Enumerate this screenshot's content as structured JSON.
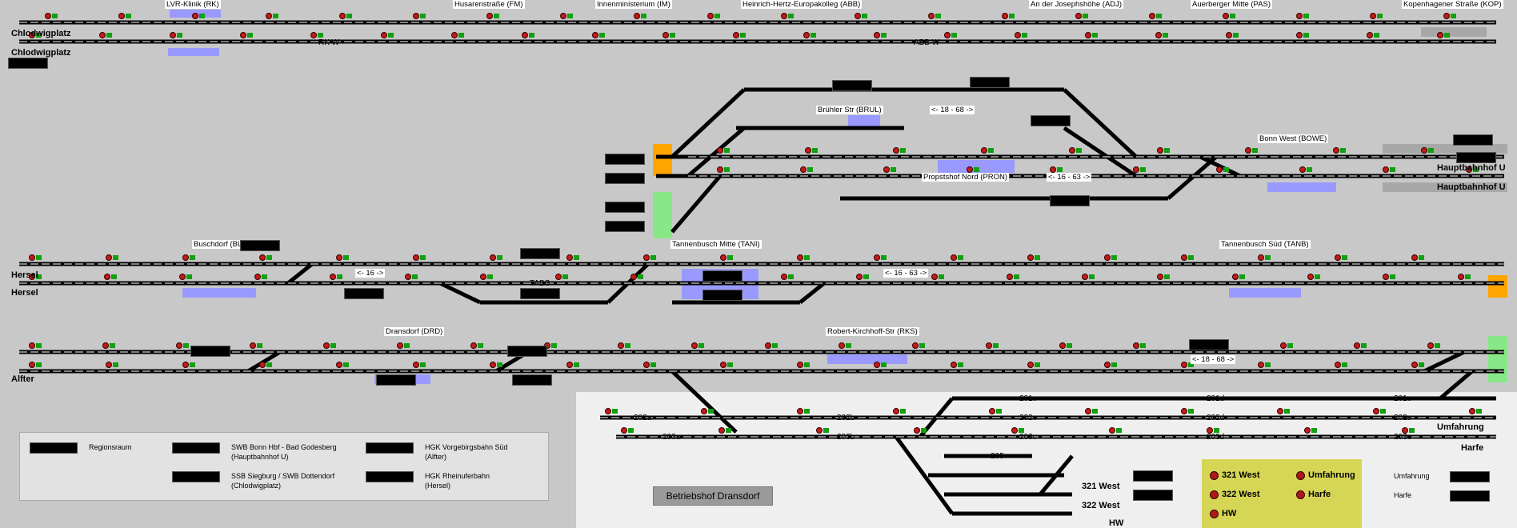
{
  "stations_top": [
    {
      "label": "LVR-Klinik (RK)"
    },
    {
      "label": "Husarenstraße (FM)"
    },
    {
      "label": "Innenministerium (IM)"
    },
    {
      "label": "Heinrich-Hertz-Europakolleg (ABB)"
    },
    {
      "label": "An der Josephshöhe (ADJ)"
    },
    {
      "label": "Auerberger Mitte (PAS)"
    },
    {
      "label": "Kopenhagener Straße (KOP)"
    }
  ],
  "stations_mid": [
    {
      "label": "Brühler Str (BRUL)"
    },
    {
      "label": "Propstshof Nord (PRON)"
    },
    {
      "label": "Bonn West (BOWE)"
    },
    {
      "label": "Buschdorf (BUSH)"
    },
    {
      "label": "Tannenbusch Mitte (TANI)"
    },
    {
      "label": "Tannenbusch Süd (TANB)"
    },
    {
      "label": "Dransdorf (DRD)"
    },
    {
      "label": "Robert-Kirchhoff-Str (RKS)"
    }
  ],
  "route_labels": {
    "chlod1": "Chlodwigplatz",
    "chlod2": "Chlodwigplatz",
    "hbf1": "Hauptbahnhof U",
    "hbf2": "Hauptbahnhof U",
    "hersel1": "Hersel",
    "hersel2": "Hersel",
    "alfter": "Alfter",
    "umfahrung": "Umfahrung",
    "harfe": "Harfe",
    "w321": "321 West",
    "w322": "322 West",
    "hw": "HW",
    "rkw": "RK W",
    "abbw": "ABB W",
    "tabs": "TABS"
  },
  "direction_labels": {
    "d1": "<- 18 - 68 ->",
    "d2": "<- 16 - 63 ->",
    "d3": "<- 16 ->",
    "d4": "<- 16 - 63 ->",
    "d5": "<- 18 - 68 ->",
    "d6": "- 205 -"
  },
  "depot_tracks": [
    "202a",
    "203a",
    "202b",
    "203b",
    "201c",
    "202c",
    "203c",
    "201d",
    "202d",
    "203d",
    "201e",
    "202e",
    "203e"
  ],
  "depot": {
    "title": "Betriebshof Dransdorf"
  },
  "legend": [
    {
      "label": "Regionsraum"
    },
    {
      "label": "SWB Bonn Hbf - Bad Godesberg",
      "sub": "(Hauptbahnhof U)"
    },
    {
      "label": "HGK Vorgebirgsbahn Süd",
      "sub": "(Alfter)"
    },
    {
      "label": "SSB Siegburg / SWB Dottendorf",
      "sub": "(Chlodwigplatz)"
    },
    {
      "label": "HGK Rheinuferbahn",
      "sub": "(Hersel)"
    }
  ],
  "yellow_box": [
    {
      "label": "321 West"
    },
    {
      "label": "Umfahrung"
    },
    {
      "label": "322 West"
    },
    {
      "label": "Harfe"
    },
    {
      "label": "HW"
    }
  ],
  "right_legend": [
    {
      "label": "Umfahrung"
    },
    {
      "label": "Harfe"
    }
  ],
  "colors": {
    "signal_red": "#c81818",
    "signal_green": "#10a010",
    "platform": "#9999ff",
    "orange": "#ffa500",
    "green": "#88e888"
  }
}
